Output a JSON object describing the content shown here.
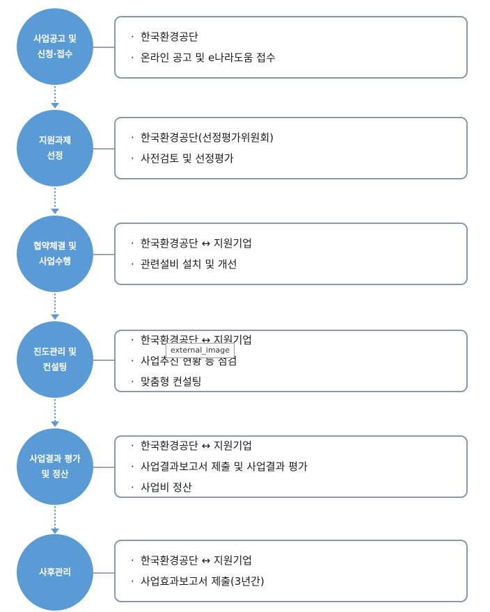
{
  "steps": [
    {
      "circle_lines": [
        "사업공고 및",
        "신청·접수"
      ],
      "items": [
        "한국환경공단",
        "온라인 공고 및 e나라도움 접수"
      ]
    },
    {
      "circle_lines": [
        "지원과제",
        "선정"
      ],
      "items": [
        "한국환경공단(선정평가위원회)",
        "사전검토 및 선정평가"
      ]
    },
    {
      "circle_lines": [
        "협약체결 및",
        "사업수행"
      ],
      "items": [
        "한국환경공단 ↔ 지원기업",
        "관련설비 설치 및 개선"
      ]
    },
    {
      "circle_lines": [
        "진도관리 및",
        "컨설팅"
      ],
      "items": [
        "한국환경공단 ↔ 지원기업",
        "사업추진 현황 등 점검",
        "맞춤형 컨설팅"
      ]
    },
    {
      "circle_lines": [
        "사업결과 평가",
        "및 정산"
      ],
      "items": [
        "한국환경공단 ↔ 지원기업",
        "사업결과보고서 제출 및 사업결과 평가",
        "사업비 정산"
      ]
    },
    {
      "circle_lines": [
        "사후관리"
      ],
      "items": [
        "한국환경공단 ↔ 지원기업",
        "사업효과보고서 제출(3년간)"
      ]
    }
  ],
  "bullet": "·",
  "tooltip": "external_image",
  "colors": {
    "circle": "#5b9bd5",
    "box_border": "#8c97a6",
    "arrow": "#5b9bd5"
  }
}
